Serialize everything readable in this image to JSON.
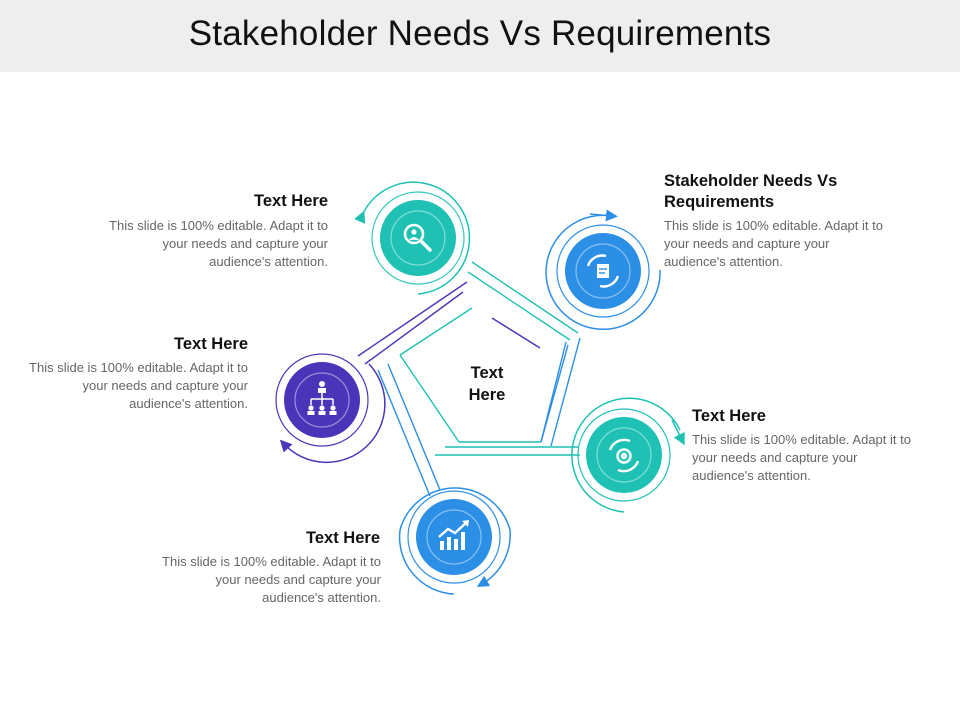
{
  "title": "Stakeholder Needs Vs Requirements",
  "center": {
    "line1": "Text",
    "line2": "Here"
  },
  "nodes": [
    {
      "id": "top",
      "heading": "Text Here",
      "body": "This slide is 100% editable. Adapt it to your needs and capture your audience's attention.",
      "icon": "search-user-icon",
      "color": "#1fc1b4"
    },
    {
      "id": "right-top",
      "heading": "Stakeholder Needs Vs Requirements",
      "body": "This slide is 100% editable. Adapt it to your needs and capture your audience's attention.",
      "icon": "cycle-document-icon",
      "color": "#2c8fe6"
    },
    {
      "id": "right",
      "heading": "Text Here",
      "body": "This slide is 100% editable. Adapt it to your needs and capture your audience's attention.",
      "icon": "gear-cycle-icon",
      "color": "#1fc1b4"
    },
    {
      "id": "bottom",
      "heading": "Text Here",
      "body": "This slide is 100% editable. Adapt it to your needs and capture your audience's attention.",
      "icon": "growth-chart-icon",
      "color": "#2c8fe6"
    },
    {
      "id": "left",
      "heading": "Text Here",
      "body": "This slide is 100% editable. Adapt it to your needs and capture your audience's attention.",
      "icon": "org-chart-icon",
      "color": "#4a35b8"
    }
  ]
}
